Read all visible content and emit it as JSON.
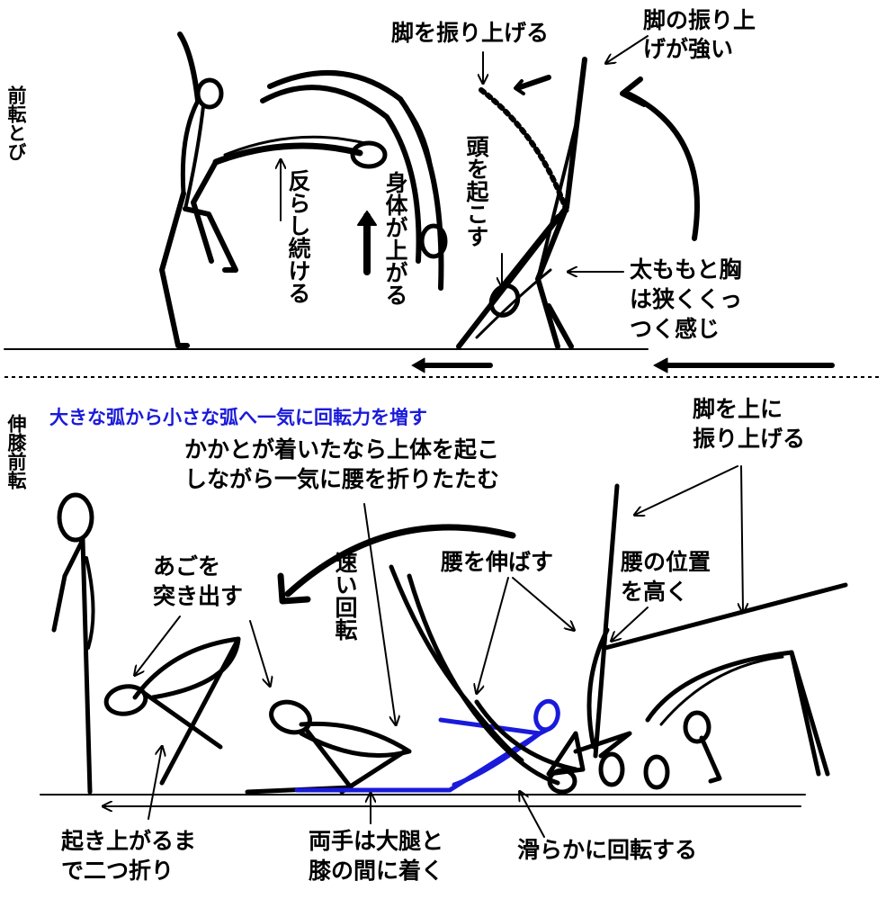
{
  "sections": {
    "top_title": "前転とび",
    "bottom_title": "伸膝前転"
  },
  "top": {
    "label_kick_up": "脚を振り上げる",
    "label_strong_kick_1": "脚の振り上",
    "label_strong_kick_2": "げが強い",
    "label_raise_head": "頭を起こす",
    "label_body_rises": "身体が上がる",
    "label_keep_arching": "反らし続ける",
    "label_thigh_chest_1": "太ももと胸",
    "label_thigh_chest_2": "は狭くくっ",
    "label_thigh_chest_3": "つく感じ"
  },
  "bottom": {
    "headline": "大きな弧から小さな弧へ一気に回転力を増す",
    "label_heels_1": "かかとが着いたなら上体を起こ",
    "label_heels_2": "しながら一気に腰を折りたたむ",
    "label_kick_up_1": "脚を上に",
    "label_kick_up_2": "振り上げる",
    "label_chin_1": "あごを",
    "label_chin_2": "突き出す",
    "label_fast_rotation": "速い回転",
    "label_extend_hips": "腰を伸ばす",
    "label_high_hips_1": "腰の位置",
    "label_high_hips_2": "を高く",
    "label_fold_1": "起き上がるま",
    "label_fold_2": "で二つ折り",
    "label_hands_1": "両手は大腿と",
    "label_hands_2": "膝の間に着く",
    "label_smooth": "滑らかに回転する"
  },
  "colors": {
    "ink": "#000000",
    "accent_blue": "#1a1adb"
  }
}
